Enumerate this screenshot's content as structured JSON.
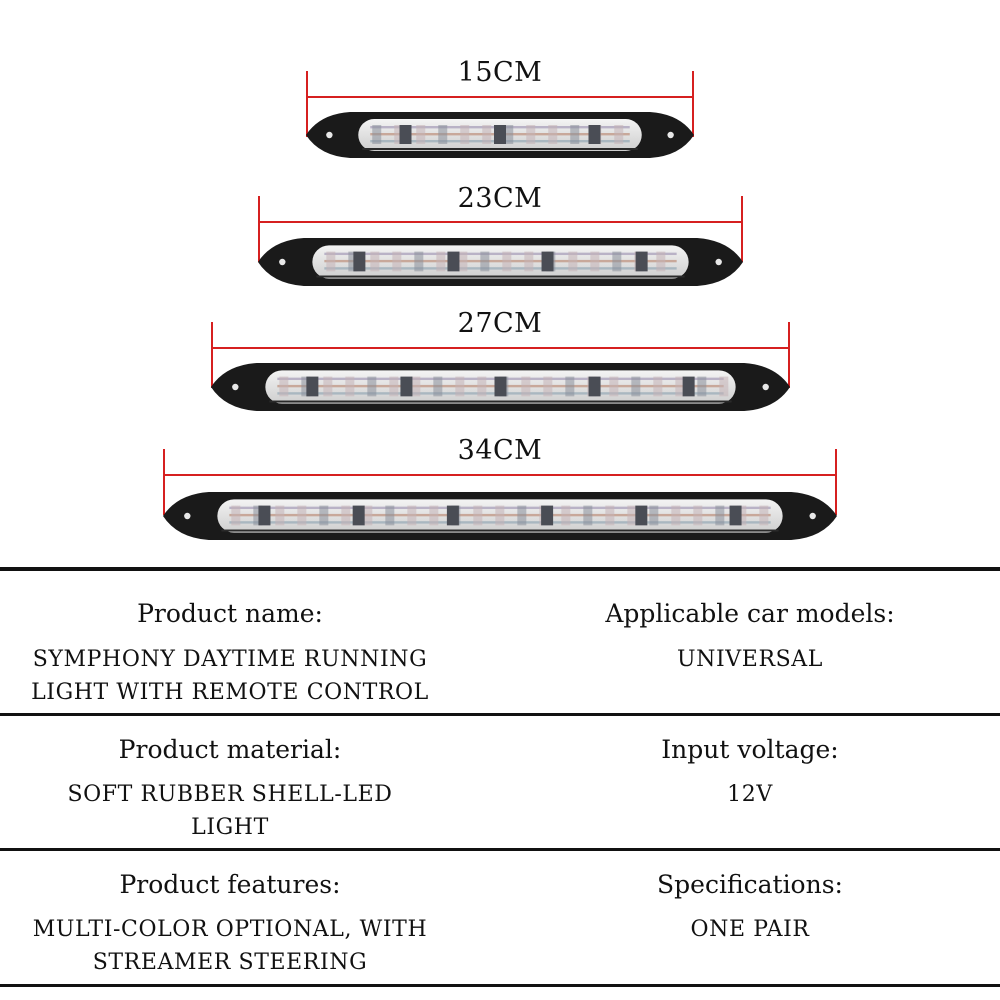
{
  "sizes": [
    {
      "label": "15CM"
    },
    {
      "label": "23CM"
    },
    {
      "label": "27CM"
    },
    {
      "label": "34CM"
    }
  ],
  "specs": {
    "product_name": {
      "title": "Product name:",
      "value": "SYMPHONY DAYTIME RUNNING\nLIGHT WITH REMOTE CONTROL"
    },
    "car_models": {
      "title": "Applicable car models:",
      "value": "UNIVERSAL"
    },
    "material": {
      "title": "Product material:",
      "value": "SOFT RUBBER SHELL-LED\nLIGHT"
    },
    "voltage": {
      "title": "Input voltage:",
      "value": "12V"
    },
    "features": {
      "title": "Product features:",
      "value": "MULTI-COLOR OPTIONAL, WITH\nSTREAMER STEERING"
    },
    "specifications": {
      "title": "Specifications:",
      "value": "ONE PAIR"
    }
  },
  "colors": {
    "dimension_line": "#d62020",
    "housing": "#1a1a1a",
    "rule": "#111111"
  }
}
